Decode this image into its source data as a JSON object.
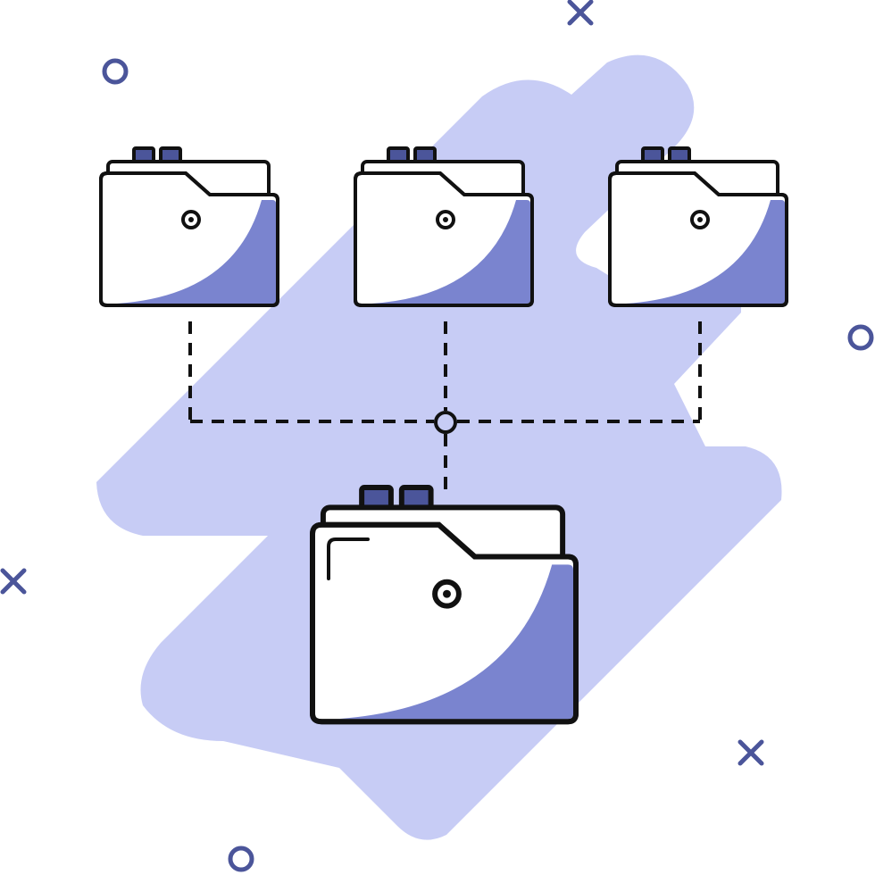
{
  "illustration": {
    "subject": "folder-network-icon",
    "colors": {
      "background": "#ffffff",
      "splash": "#c7ccf5",
      "folder_shade": "#7a84cf",
      "folder_fill": "#ffffff",
      "outline": "#111111",
      "tab_fill": "#4b559a",
      "decoration": "#4b559a"
    },
    "folders": [
      {
        "role": "child",
        "icon": "folder-icon"
      },
      {
        "role": "child",
        "icon": "folder-icon"
      },
      {
        "role": "child",
        "icon": "folder-icon"
      },
      {
        "role": "parent",
        "icon": "folder-icon"
      }
    ],
    "connector": {
      "style": "dashed",
      "hub": "circle-node"
    },
    "decorations": [
      "x-mark-icon",
      "ring-icon"
    ]
  }
}
